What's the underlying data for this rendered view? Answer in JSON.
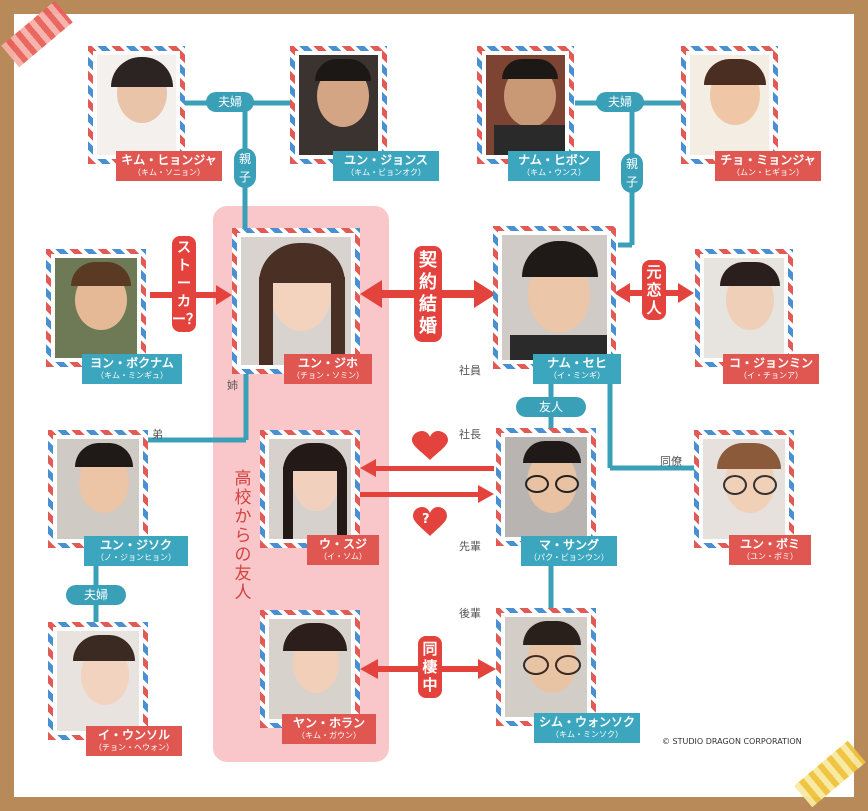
{
  "characters": {
    "kim_hyunja": {
      "name": "キム・ヒョンジャ",
      "actor": "（キム・ソニョン）"
    },
    "yun_jongsu": {
      "name": "ユン・ジョンス",
      "actor": "（キム・ビョンオク）"
    },
    "nam_hibon": {
      "name": "ナム・ヒボン",
      "actor": "（キム・ウンス）"
    },
    "jo_minja": {
      "name": "チョ・ミョンジャ",
      "actor": "（ムン・ヒギョン）"
    },
    "yon_bokunam": {
      "name": "ヨン・ボクナム",
      "actor": "（キム・ミンギュ）"
    },
    "yun_jiho": {
      "name": "ユン・ジホ",
      "actor": "（チョン・ソミン）"
    },
    "nam_sehi": {
      "name": "ナム・セヒ",
      "actor": "（イ・ミンギ）"
    },
    "ko_jongmin": {
      "name": "コ・ジョンミン",
      "actor": "（イ・チョンア）"
    },
    "yun_jiso": {
      "name": "ユン・ジソク",
      "actor": "（ノ・ジョンヒョン）"
    },
    "u_suji": {
      "name": "ウ・スジ",
      "actor": "（イ・ソム）"
    },
    "ma_sang": {
      "name": "マ・サング",
      "actor": "（パク・ビョンウン）"
    },
    "yun_bomi": {
      "name": "ユン・ボミ",
      "actor": "（ユン・ボミ）"
    },
    "i_unsoru": {
      "name": "イ・ウンソル",
      "actor": "（チョン・ヘウォン）"
    },
    "yan_horan": {
      "name": "ヤン・ホラン",
      "actor": "（キム・ガウン）"
    },
    "shim_wonsok": {
      "name": "シム・ウォンソク",
      "actor": "（キム・ミンソク）"
    }
  },
  "relations": {
    "couple1": "夫婦",
    "couple2": "夫婦",
    "couple3": "夫婦",
    "parent1": "親子",
    "parent2": "親子",
    "stalker": "ストーカー？",
    "contract": "契約結婚",
    "ex": "元恋人",
    "friend": "友人",
    "coworker": "同僚",
    "roommate": "同棲中",
    "group": "高校からの友人",
    "sister": "姉",
    "brother": "弟",
    "employee": "社員",
    "president": "社長",
    "senior": "先輩",
    "junior": "後輩",
    "question": "?"
  },
  "copyright": "© STUDIO DRAGON CORPORATION"
}
